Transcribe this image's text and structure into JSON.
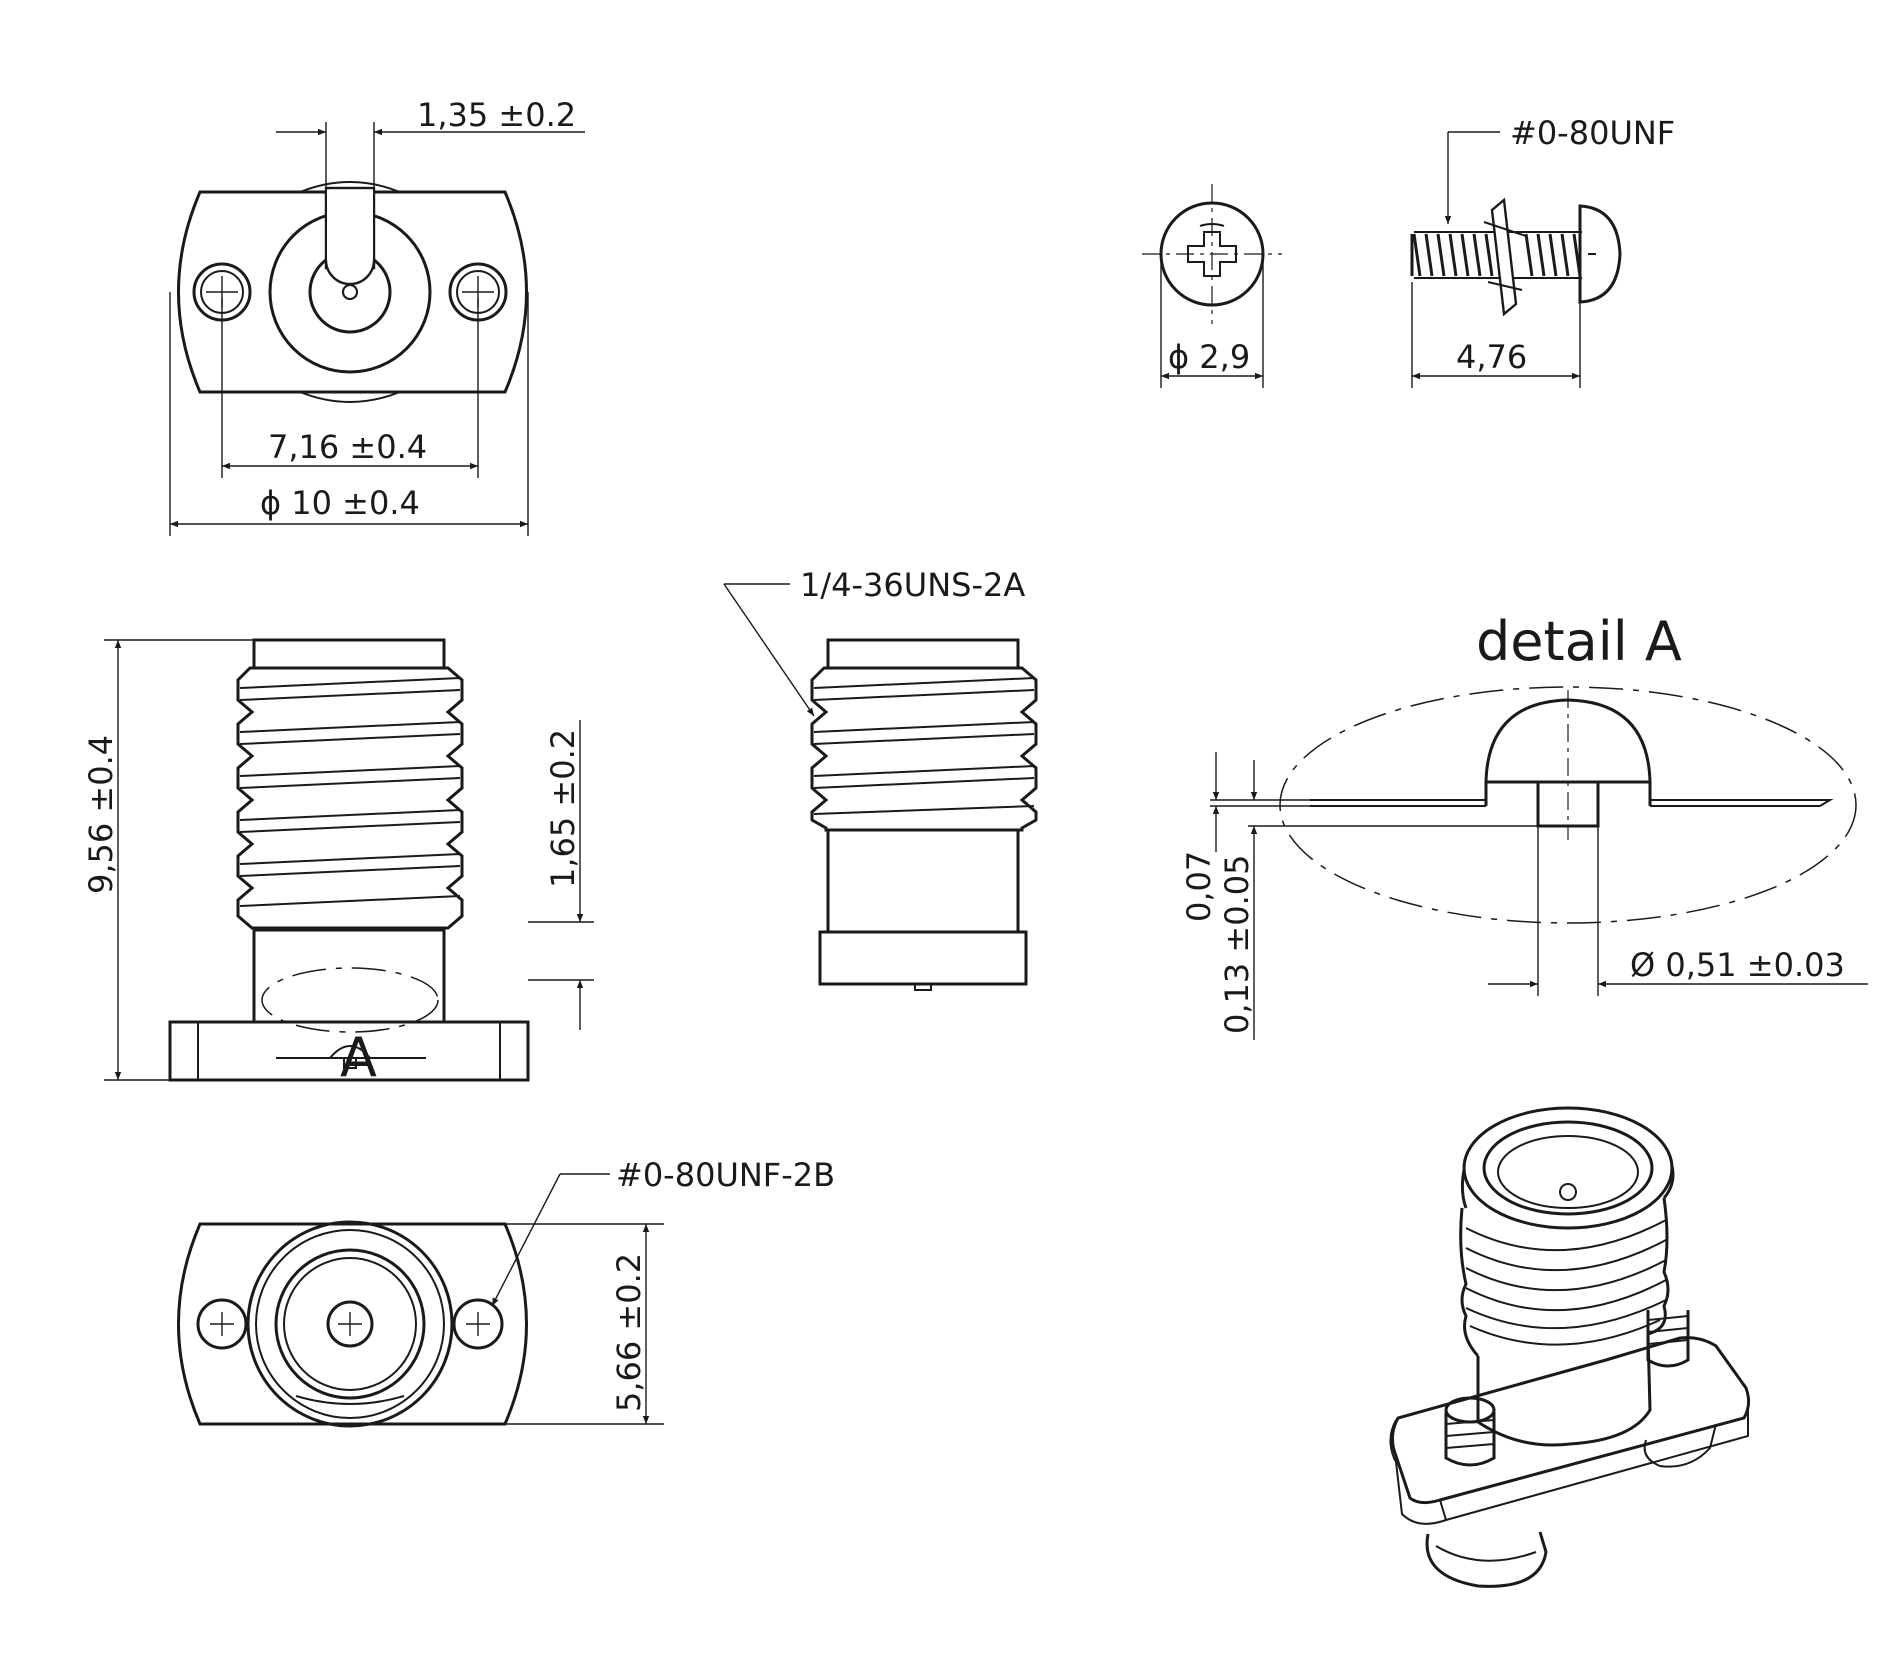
{
  "labels": {
    "top_pin_width": "1,35 ±0.2",
    "top_hole_spacing": "7,16 ±0.4",
    "top_flange_diameter": "ϕ  10 ±0.4",
    "screw_thread": "#0-80UNF",
    "screw_head_diameter": "ϕ  2,9",
    "screw_length": "4,76",
    "side_body_height": "9,56 ±0.4",
    "side_pin_protrusion": "1,65 ±0.2",
    "main_thread": "1/4-36UNS-2A",
    "detail_marker": "A",
    "detail_title": "detail A",
    "detail_dim_upper": "0,07",
    "detail_dim_lower": "0,13 ±0.05",
    "detail_pin_diameter": "Ø  0,51 ±0.03",
    "bottom_hole_thread": "#0-80UNF-2B",
    "bottom_flange_height": "5,66 ±0.2"
  }
}
